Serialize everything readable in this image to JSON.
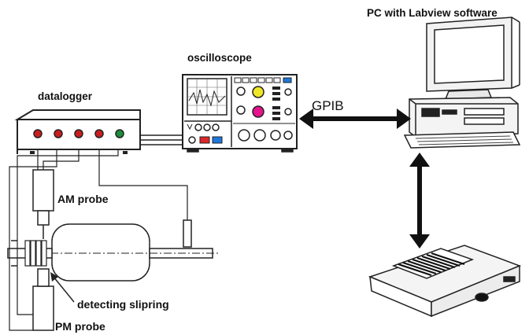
{
  "labels": {
    "pc": "PC with Labview software",
    "oscilloscope": "oscilloscope",
    "datalogger": "datalogger",
    "gpib": "GPIB",
    "am_probe": "AM probe",
    "slipring": "detecting slipring",
    "pm_probe": "PM probe"
  },
  "colors": {
    "line": "#222222",
    "led_red": "#c81e1e",
    "led_green": "#1e8c3c",
    "knob_yellow": "#f0e628",
    "knob_magenta": "#e6148c",
    "button_red": "#dc2828",
    "button_blue": "#1e78dc"
  },
  "icons": [
    "pc-icon",
    "oscilloscope-icon",
    "datalogger-icon",
    "printer-icon",
    "motor-icon"
  ]
}
